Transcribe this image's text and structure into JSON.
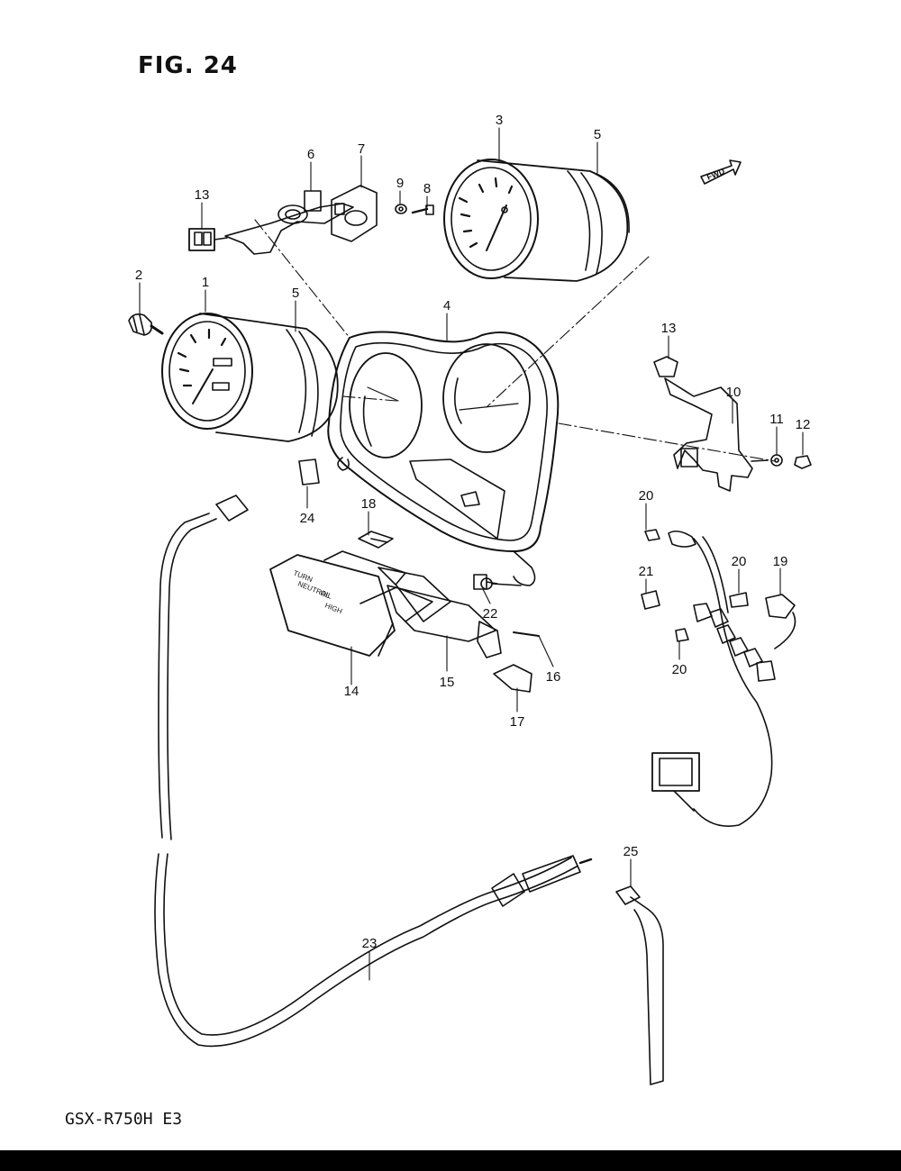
{
  "figure": {
    "title": "FIG. 24",
    "model_code": "GSX-R750H  E3",
    "direction_label": "FWD"
  },
  "callouts": [
    "1",
    "2",
    "3",
    "4",
    "5",
    "5",
    "6",
    "7",
    "8",
    "9",
    "10",
    "11",
    "12",
    "13",
    "13",
    "14",
    "15",
    "16",
    "17",
    "18",
    "19",
    "20",
    "20",
    "20",
    "21",
    "22",
    "23",
    "24",
    "25"
  ],
  "panel_text": {
    "line1": "TURN",
    "line2": "NEUTRAL",
    "line3": "OIL",
    "line4": "HIGH"
  }
}
